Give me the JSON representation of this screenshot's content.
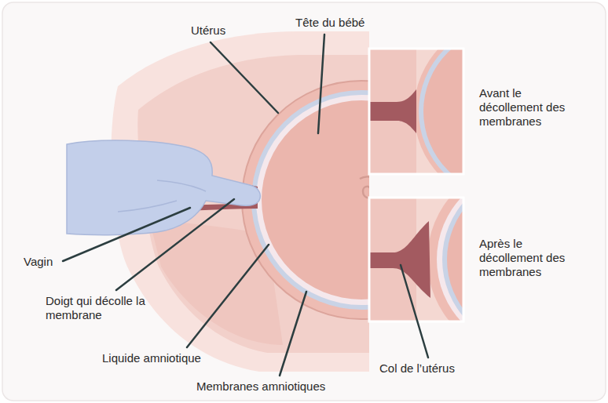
{
  "diagram": {
    "labels": [
      "Utérus",
      "Tête du bébé",
      "Avant le décollement des membranes",
      "Vagin",
      "Après le décollement des membranes",
      "Doigt qui décolle la membrane",
      "Liquide amniotique",
      "Col de l’utérus",
      "Membranes amniotiques"
    ]
  }
}
